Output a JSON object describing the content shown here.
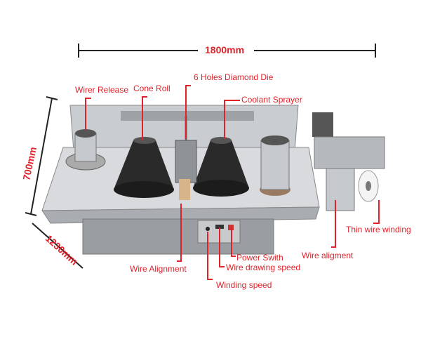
{
  "dimensions": {
    "width": "1800mm",
    "depth": "700mm",
    "length": "1230mm"
  },
  "labels": {
    "wirer_release": "Wirer Release",
    "cone_roll": "Cone Roll",
    "diamond_die": "6 Holes Diamond Die",
    "coolant_sprayer": "Coolant Sprayer",
    "thin_wire_winding": "Thin wire winding",
    "wire_aligment": "Wire aligment",
    "wire_alignment": "Wire Alignment",
    "power_switch": "Power Swith",
    "wire_drawing_speed": "Wire drawing speed",
    "winding_speed": "Winding speed"
  },
  "colors": {
    "annotation": "#e0222a",
    "steel": "#b8bcc0",
    "cone": "#2a2a2a"
  }
}
